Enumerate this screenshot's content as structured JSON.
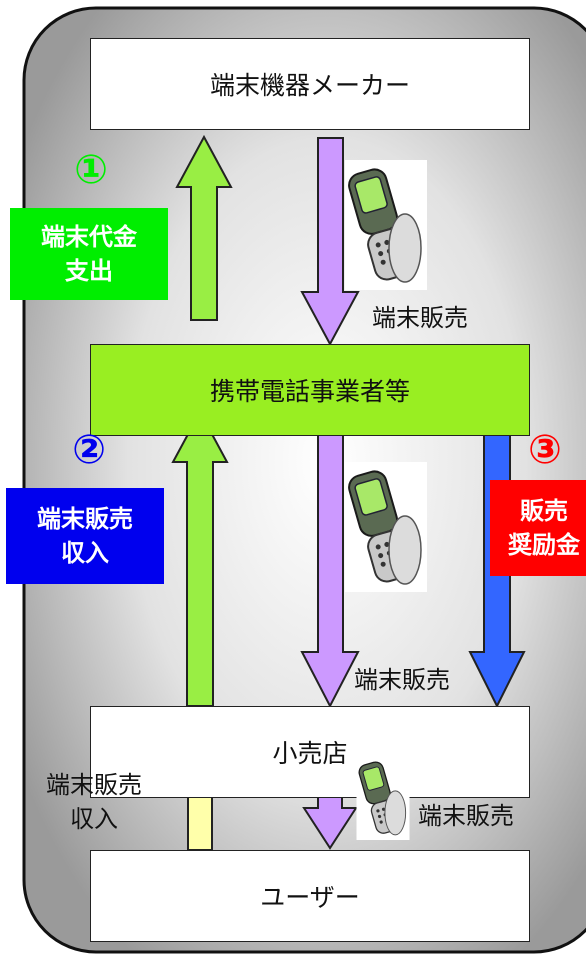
{
  "nodes": {
    "maker": "端末機器メーカー",
    "carrier": "携帯電話事業者等",
    "retailer": "小売店",
    "user": "ユーザー"
  },
  "flows": {
    "f1_number": "①",
    "f1_label_1": "端末代金",
    "f1_label_2": "支出",
    "f2_number": "②",
    "f2_label_1": "端末販売",
    "f2_label_2": "収入",
    "f3_number": "③",
    "f3_label_1": "販売",
    "f3_label_2": "奨励金",
    "sale_1": "端末販売",
    "sale_2": "端末販売",
    "sale_3": "端末販売",
    "user_income_1": "端末販売",
    "user_income_2": "収入"
  },
  "colors": {
    "flow1_green": "#00ee00",
    "flow2_blue": "#0000ee",
    "flow3_red": "#ff0000",
    "carrier_box": "#99ee22",
    "up_arrow_green": "#99ee44",
    "down_arrow_purple": "#cc99ff",
    "down_arrow_blue": "#3366ff",
    "user_arrow_yellow": "#ffffaa"
  },
  "icons": [
    "mobile-phone-icon",
    "mobile-phone-icon",
    "mobile-phone-icon"
  ]
}
